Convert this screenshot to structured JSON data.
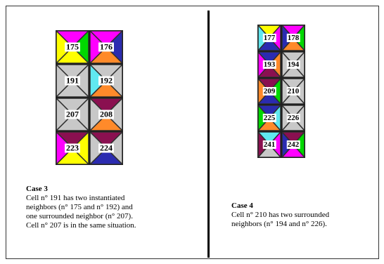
{
  "case3": {
    "title": "Case 3",
    "lines": [
      "Cell n° 191 has two instantiated",
      "neighbors (n° 175 and n° 192) and",
      "one surrounded neighbor (n° 207).",
      "Cell n° 207 is in the same situation."
    ],
    "cells": [
      {
        "num": "175",
        "tri": [
          "#ff00ff",
          "#00d800",
          "#ffff00",
          "#ffff00"
        ]
      },
      {
        "num": "176",
        "tri": [
          "#ff00ff",
          "#2b2bb0",
          "#ff8a2a",
          "#ff00ff"
        ]
      },
      {
        "num": "191",
        "tri": [
          "#c8c8c8",
          "#c8c8c8",
          "#c8c8c8",
          "#c8c8c8"
        ]
      },
      {
        "num": "192",
        "tri": [
          "#c8c8c8",
          "#c8c8c8",
          "#ff8a2a",
          "#60e8f0"
        ]
      },
      {
        "num": "207",
        "tri": [
          "#c8c8c8",
          "#c8c8c8",
          "#c8c8c8",
          "#c8c8c8"
        ]
      },
      {
        "num": "208",
        "tri": [
          "#8a1050",
          "#c8c8c8",
          "#ff8a2a",
          "#c8c8c8"
        ]
      },
      {
        "num": "223",
        "tri": [
          "#8a1050",
          "#ffff00",
          "#ffff00",
          "#ff00ff"
        ]
      },
      {
        "num": "224",
        "tri": [
          "#8a1050",
          "#c8c8c8",
          "#2b2bb0",
          "#c8c8c8"
        ]
      }
    ]
  },
  "case4": {
    "title": "Case 4",
    "lines": [
      "Cell n° 210 has two surrounded",
      "neighbors (n° 194 and n° 226)."
    ],
    "cells": [
      {
        "num": "177",
        "tri": [
          "#ffff00",
          "#ff00ff",
          "#2b2bb0",
          "#60e8f0"
        ]
      },
      {
        "num": "178",
        "tri": [
          "#ff00ff",
          "#00d800",
          "#ff8a2a",
          "#2b2bb0"
        ]
      },
      {
        "num": "193",
        "tri": [
          "#2b2bb0",
          "#ff8a2a",
          "#8a1050",
          "#ff00ff"
        ]
      },
      {
        "num": "194",
        "tri": [
          "#c8c8c8",
          "#c8c8c8",
          "#c8c8c8",
          "#c8c8c8"
        ]
      },
      {
        "num": "209",
        "tri": [
          "#8a1050",
          "#00d800",
          "#2b2bb0",
          "#ff8a2a"
        ]
      },
      {
        "num": "210",
        "tri": [
          "#c8c8c8",
          "#c8c8c8",
          "#c8c8c8",
          "#c8c8c8"
        ]
      },
      {
        "num": "225",
        "tri": [
          "#2b2bb0",
          "#60e8f0",
          "#ff8a2a",
          "#00d800"
        ]
      },
      {
        "num": "226",
        "tri": [
          "#c8c8c8",
          "#c8c8c8",
          "#c8c8c8",
          "#c8c8c8"
        ]
      },
      {
        "num": "241",
        "tri": [
          "#60e8f0",
          "#ff00ff",
          "#c8c8c8",
          "#8a1050"
        ]
      },
      {
        "num": "242",
        "tri": [
          "#8a1050",
          "#00d800",
          "#ff00ff",
          "#2b2bb0"
        ]
      }
    ]
  }
}
